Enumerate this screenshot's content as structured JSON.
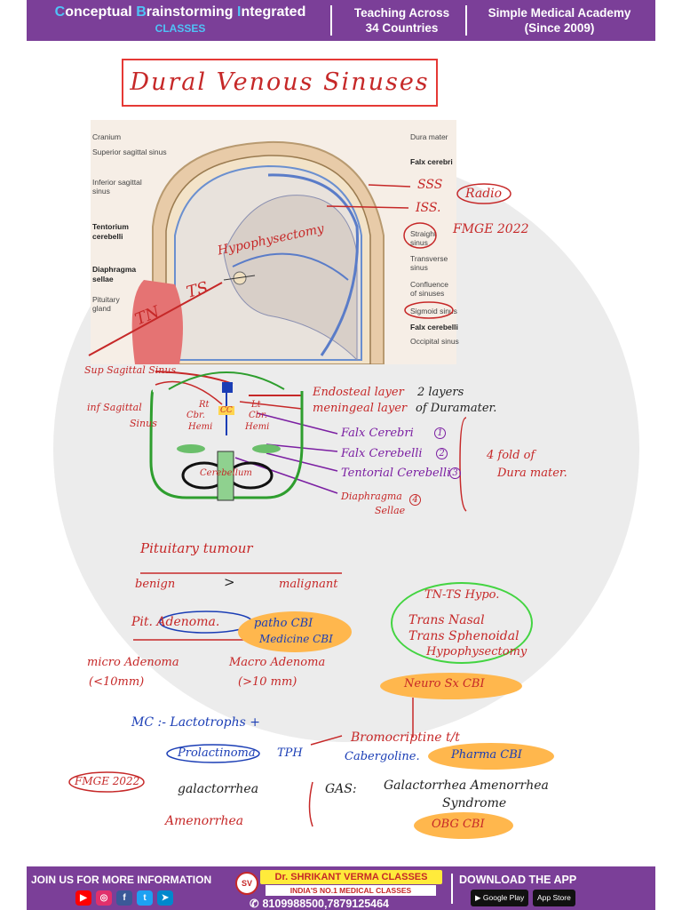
{
  "header": {
    "brand_c1": "C",
    "brand_w1": "onceptual ",
    "brand_c2": "B",
    "brand_w2": "rainstorming ",
    "brand_c3": "I",
    "brand_w3": "ntegrated",
    "brand_sub": "CLASSES",
    "mid_line1": "Teaching Across",
    "mid_line2": "34 Countries",
    "right_line1": "Simple Medical Academy",
    "right_line2": "(Since 2009)"
  },
  "title": "Dural Venous Sinuses",
  "anatomy_labels": {
    "cranium": "Cranium",
    "sss": "Superior sagittal sinus",
    "iss1": "Inferior sagittal",
    "iss2": "sinus",
    "tent1": "Tentorium",
    "tent2": "cerebelli",
    "diaph1": "Diaphragma",
    "diaph2": "sellae",
    "pit1": "Pituitary",
    "pit2": "gland",
    "dura": "Dura mater",
    "falx": "Falx cerebri",
    "straight1": "Straight",
    "straight2": "sinus",
    "trans1": "Transverse",
    "trans2": "sinus",
    "conf1": "Confluence",
    "conf2": "of sinuses",
    "sigmoid": "Sigmoid sinus",
    "falxcb": "Falx cerebelli",
    "occipital": "Occipital sinus"
  },
  "notes": {
    "sss": "SSS",
    "iss": "ISS.",
    "radio": "Radio",
    "fmge1": "FMGE 2022",
    "hypophy": "Hypophysectomy",
    "ts": "TS",
    "tn": "TN",
    "sup_sag": "Sup Sagittal Sinus.",
    "inf_sag": "inf Sagittal",
    "sinus": "Sinus",
    "rt": "Rt",
    "lt": "Lt",
    "cbr": "Cbr.",
    "hemi": "Hemi",
    "cc": "CC",
    "cerebellum": "Cerebellum",
    "endosteal": "Endosteal layer",
    "meningeal": "meningeal layer",
    "two_layers": "2 layers",
    "of_dura": "of Duramater.",
    "falx_cerebri": "Falx Cerebri",
    "falx_cerebelli": "Falx Cerebelli",
    "tentorial": "Tentorial Cerebelli",
    "diaphragma": "Diaphragma",
    "sellae": "Sellae",
    "four_fold": "4 fold of",
    "dura_mater": "Dura mater.",
    "pit_tumour": "Pituitary tumour",
    "benign": "benign",
    "gt": ">",
    "malignant": "malignant",
    "pit_adenoma": "Pit. Adenoma.",
    "patho_cbi": "patho CBI",
    "medicine_cbi": "Medicine CBI",
    "micro": "micro Adenoma",
    "micro_size": "(<10mm)",
    "macro": "Macro Adenoma",
    "macro_size": "(>10 mm)",
    "tnts": "TN-TS Hypo.",
    "trans_nasal": "Trans Nasal",
    "trans_sphenoid": "Trans Sphenoidal",
    "hypophysectomy": "Hypophysectomy",
    "neurosx": "Neuro Sx CBI",
    "mc": "MC :- Lactotrophs +",
    "prolactinoma": "Prolactinoma",
    "tph": "TPH",
    "bromo": "Bromocriptine t/t",
    "cabergoline": "Cabergoline.",
    "pharma": "Pharma CBI",
    "fmge2": "FMGE 2022",
    "galacto": "galactorrhea",
    "gas": "GAS:",
    "gas_full": "Galactorrhea Amenorrhea",
    "syndrome": "Syndrome",
    "obg": "OBG CBI",
    "amenorrhea": "Amenorrhea",
    "circ1": "1",
    "circ2": "2",
    "circ3": "3",
    "circ4": "4"
  },
  "footer": {
    "join": "JOIN US FOR MORE INFORMATION",
    "name": "Dr. SHRIKANT VERMA CLASSES",
    "tagline": "INDIA'S NO.1 MEDICAL CLASSES",
    "phone": "8109988500,7879125464",
    "download": "DOWNLOAD THE APP",
    "google": "Google Play",
    "apple": "App Store"
  },
  "colors": {
    "header_bg": "#7b3f98",
    "accent_blue": "#4fc3f7",
    "ink_red": "#c62828",
    "ink_blue": "#1a3db5",
    "ink_purple": "#7b1fa2",
    "highlight_orange": "#ffb74d",
    "highlight_green": "#43d441"
  },
  "icons": [
    "youtube-icon",
    "instagram-icon",
    "facebook-icon",
    "twitter-icon",
    "telegram-icon",
    "phone-icon",
    "google-play-icon",
    "app-store-icon"
  ]
}
